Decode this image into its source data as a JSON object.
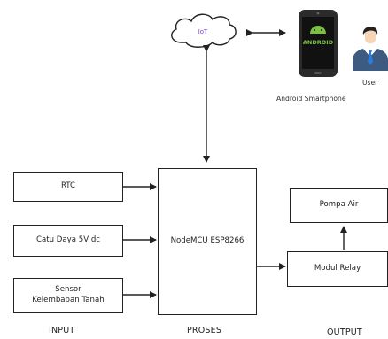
{
  "inputs": {
    "rtc": "RTC",
    "power": "Catu Daya 5V dc",
    "sensor": "Sensor\nKelembaban Tanah"
  },
  "process": {
    "mcu": "NodeMCU ESP8266"
  },
  "outputs": {
    "pump": "Pompa Air",
    "relay": "Modul Relay"
  },
  "cloud": {
    "text": "IoT"
  },
  "android": {
    "screen_text": "ANDROID",
    "caption": "Android Smartphone"
  },
  "user": {
    "caption": "User"
  },
  "sections": {
    "input": "INPUT",
    "process": "PROSES",
    "output": "OUTPUT"
  },
  "colors": {
    "stroke": "#222222",
    "iot_text": "#7a3fc9",
    "android_screen": "#1a1a1a",
    "android_logo": "#7bc043",
    "user_suit": "#3d5a80",
    "user_hair": "#222222",
    "user_face": "#f5d5b5",
    "user_tie": "#2a7de1"
  }
}
